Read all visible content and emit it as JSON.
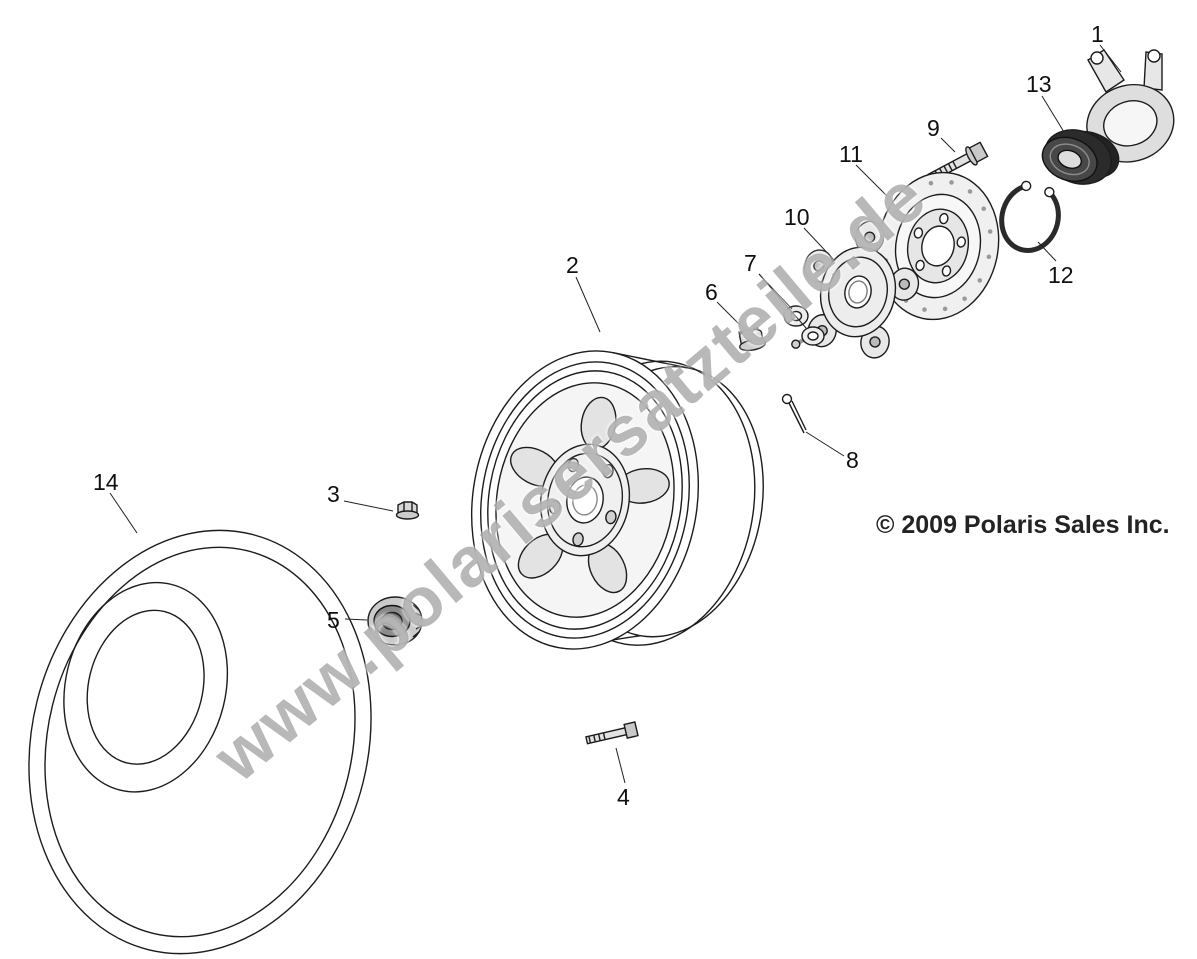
{
  "style": {
    "line_color": "#1c1c1c",
    "watermark_color": "rgba(125,125,125,0.55)",
    "copyright_color": "#232323"
  },
  "watermark": {
    "text": "www.polarisersatzteile.de"
  },
  "copyright": {
    "text": "© 2009 Polaris Sales Inc."
  },
  "callouts": [
    {
      "label": "1"
    },
    {
      "label": "2"
    },
    {
      "label": "3"
    },
    {
      "label": "4"
    },
    {
      "label": "5"
    },
    {
      "label": "6"
    },
    {
      "label": "7"
    },
    {
      "label": "8"
    },
    {
      "label": "9"
    },
    {
      "label": "10"
    },
    {
      "label": "11"
    },
    {
      "label": "12"
    },
    {
      "label": "13"
    },
    {
      "label": "14"
    }
  ]
}
